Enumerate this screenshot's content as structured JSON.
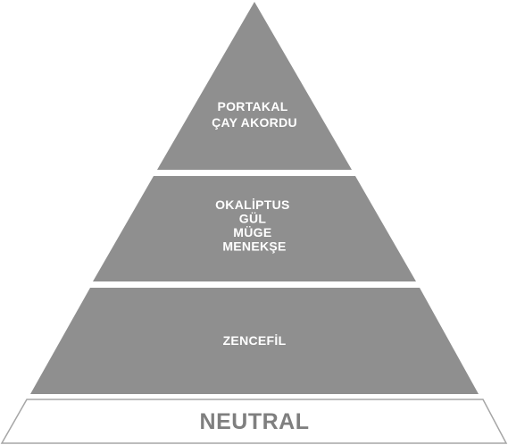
{
  "pyramid": {
    "tiers": [
      {
        "lines": [
          "PORTAKAL",
          "ÇAY AKORDU"
        ]
      },
      {
        "lines": [
          "OKALİPTUS",
          "GÜL",
          "MÜGE",
          "MENEKŞE"
        ]
      },
      {
        "lines": [
          "ZENCEFİL"
        ]
      }
    ],
    "base_label": "NEUTRAL"
  },
  "colors": {
    "tier_fill": "#8f8f8f",
    "tier_text": "#ffffff",
    "base_fill": "#ffffff",
    "base_stroke": "#a6a6a6",
    "base_text": "#7f7f7f"
  }
}
